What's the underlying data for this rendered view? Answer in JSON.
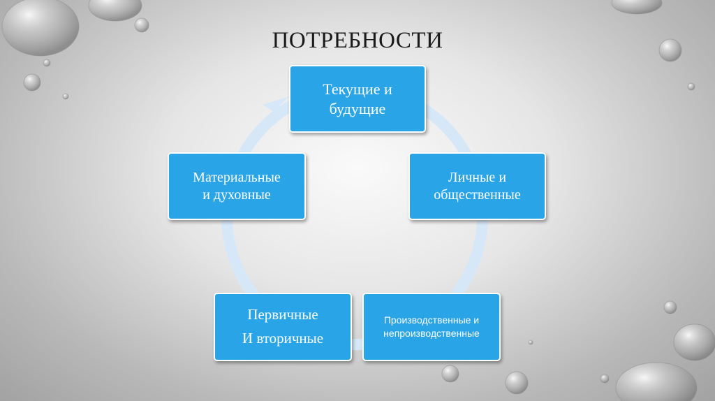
{
  "title": "ПОТРЕБНОСТИ",
  "cycle": {
    "nodes": [
      {
        "line1": "Текущие и",
        "line2": "будущие"
      },
      {
        "line1": "Личные и",
        "line2": "общественные"
      },
      {
        "line1": "Производственные и",
        "line2": "непроизводственные"
      },
      {
        "line1": "Первичные",
        "line2": "И вторичные"
      },
      {
        "line1": "Материальные",
        "line2": "и духовные"
      }
    ]
  },
  "colors": {
    "node_fill": "#29a4e6",
    "node_border": "#ffffff",
    "cycle_ring": "#d6e8f7",
    "background": "#d9d9d9"
  }
}
